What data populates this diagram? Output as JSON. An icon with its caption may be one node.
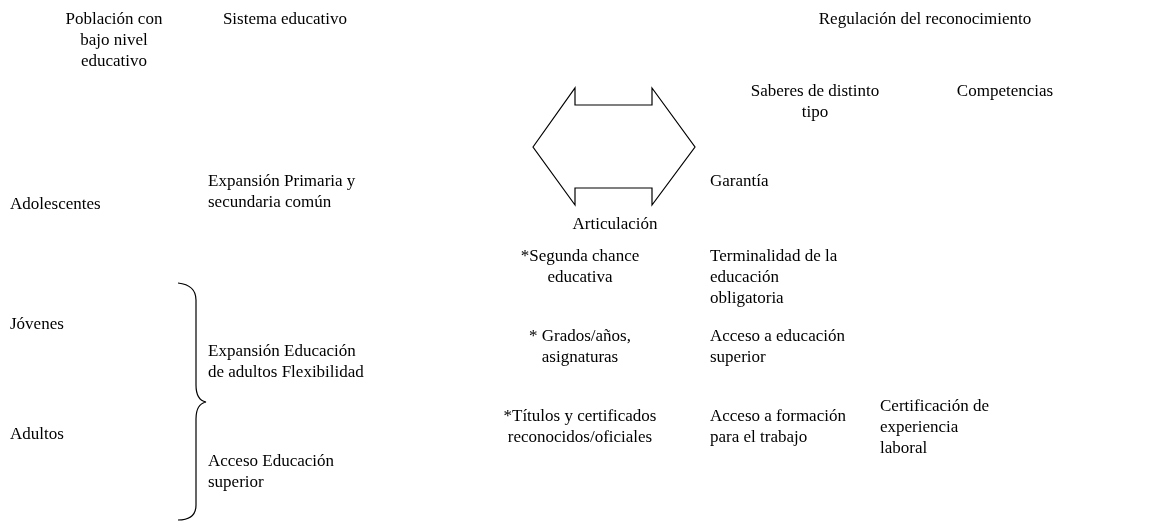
{
  "diagram": {
    "labels": [
      "Población con bajo nivel educativo",
      "Sistema educativo",
      "Regulación del reconocimiento",
      "Saberes de distinto tipo",
      "Competencias",
      "Expansión Primaria y secundaria común",
      "Garantía",
      "Adolescentes",
      "Articulación",
      "*Segunda chance educativa",
      "Terminalidad de la educación obligatoria",
      "Jóvenes",
      "Expansión Educación de adultos Flexibilidad",
      "* Grados/años, asignaturas",
      "Acceso a educación superior",
      "*Títulos y certificados reconocidos/oficiales",
      "Acceso a formación para el trabajo",
      "Certificación de experiencia laboral",
      "Adultos",
      "Acceso Educación superior"
    ]
  }
}
